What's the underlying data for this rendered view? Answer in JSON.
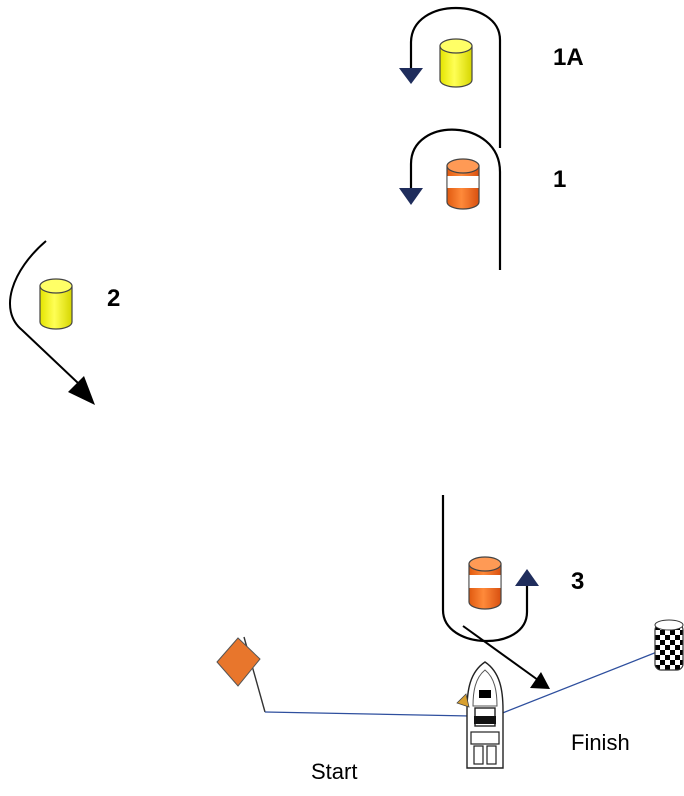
{
  "labels": {
    "mark_1a": "1A",
    "mark_1": "1",
    "mark_2": "2",
    "mark_3": "3",
    "start": "Start",
    "finish": "Finish"
  },
  "colors": {
    "yellow_buoy": "#f5f500",
    "orange_buoy": "#f07020",
    "arrow_navy": "#1f2d5c",
    "course_line": "#2e4f9e",
    "start_flag": "#e8762c"
  },
  "icons": {
    "buoy_1a": "yellow-buoy-icon",
    "buoy_1": "orange-buoy-icon",
    "buoy_2": "yellow-buoy-icon",
    "buoy_3": "orange-buoy-icon",
    "start_flag": "orange-flag-icon",
    "finish_flag": "checkered-flag-icon",
    "boat": "boat-icon"
  }
}
